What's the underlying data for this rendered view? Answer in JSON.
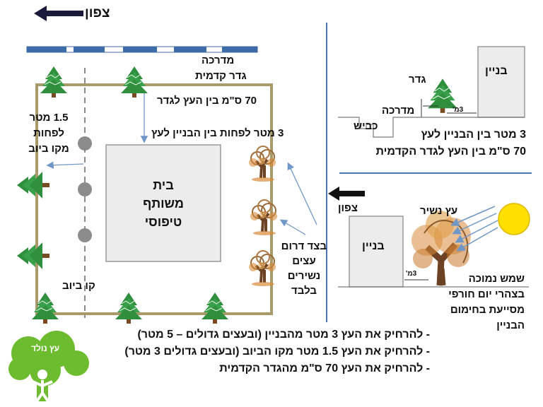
{
  "colors": {
    "fence": "#a89a6a",
    "building_fill": "#ececec",
    "building_stroke": "#9a9a9a",
    "divider": "#4a74b3",
    "arrow_blue": "#6f97c8",
    "bar_blue": "#3e6ba8",
    "sun": "#ffe000",
    "logo_green": "#6dbb2e"
  },
  "icons": {
    "north_arrow": "left-arrow-icon",
    "evergreen": "pine-tree-icon",
    "deciduous": "autumn-tree-icon",
    "utility_pole": "gray-circle-icon",
    "sun": "sun-icon",
    "logo": "tree-person-logo"
  },
  "left_plan": {
    "north_label": "צפון",
    "sidewalk_label": "מדרכה",
    "front_fence_label": "גדר קדמית",
    "tree_fence_distance": "70 ס\"מ בין העץ לגדר",
    "building_tree_distance": "3 מטר לפחות בין הבניין לעץ",
    "sewer_distance_lines": [
      "1.5 מטר",
      "לפחות",
      "מקו ביוב"
    ],
    "building_lines": [
      "בית",
      "משותף",
      "טיפוסי"
    ],
    "sewer_line_label": "קו ביוב",
    "south_side_lines": [
      "בצד דרום",
      "עצים",
      "נשירים",
      "בלבד"
    ]
  },
  "top_right": {
    "building_label": "בניין",
    "fence_label": "גדר",
    "sidewalk_label": "מדרכה",
    "road_label": "כביש",
    "dimension_label": "3מ'",
    "distance_line_1": "3 מטר בין הבניין לעץ",
    "distance_line_2": "70 ס\"מ בין העץ לגדר הקדמית"
  },
  "bottom_right": {
    "north_label": "צפון",
    "deciduous_label": "עץ נשיר",
    "building_label": "בניין",
    "dimension_label": "3מ'",
    "sun_lines": [
      "שמש נמוכה",
      "בצהרי יום חורפי",
      "מסייעת בחימום",
      "הבניין"
    ]
  },
  "rules": [
    "- להרחיק את העץ 3 מטר מהבניין (ובעצים גדולים – 5 מטר)",
    "- להרחיק את העץ 1.5 מטר מקו הביוב (ובעצים גדולים 3 מטר)",
    "- להרחיק את העץ 70 ס\"מ מהגדר הקדמית"
  ],
  "logo": {
    "text": "עץ נולד"
  }
}
